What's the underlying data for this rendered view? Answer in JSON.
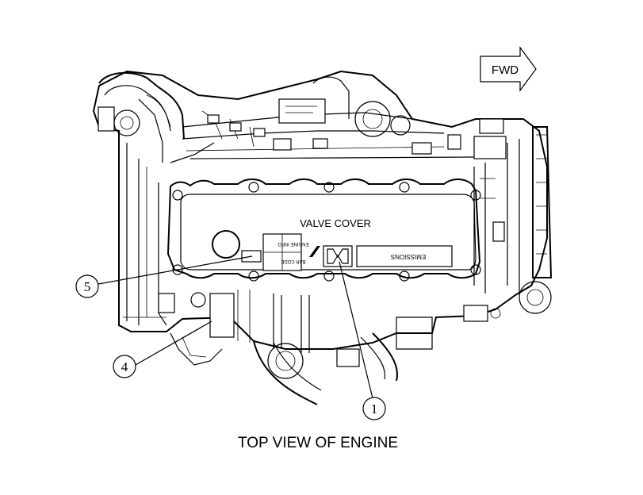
{
  "figure": {
    "caption": "TOP VIEW OF ENGINE",
    "direction_arrow": "FWD",
    "valve_cover_label": "VALVE COVER",
    "plates": {
      "engine_info": "ENGINE INFO",
      "emissions": "EMISSIONS",
      "bar_code": "BAR CODE"
    },
    "callouts": [
      "5",
      "4",
      "1"
    ]
  },
  "colors": {
    "line": "#000000",
    "background": "#ffffff"
  }
}
